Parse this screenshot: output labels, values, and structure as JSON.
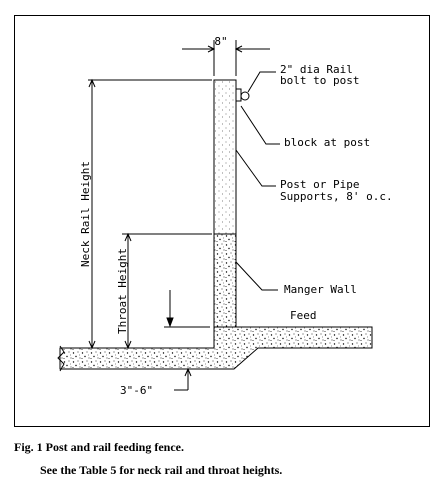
{
  "figure": {
    "labels": {
      "width_dim": "8\"",
      "rail_bolt_line1": "2\" dia Rail",
      "rail_bolt_line2": "bolt to post",
      "block": "block at post",
      "post_line1": "Post or Pipe",
      "post_line2": "Supports, 8' o.c.",
      "manger_wall": "Manger Wall",
      "feed": "Feed",
      "neck_rail_height": "Neck Rail Height",
      "throat_height": "Throat Height",
      "footing_dim": "3\"-6\""
    }
  },
  "caption": {
    "line1": "Fig. 1 Post and  rail feeding  fence.",
    "line2": "See the Table 5 for neck rail  and throat heights."
  }
}
